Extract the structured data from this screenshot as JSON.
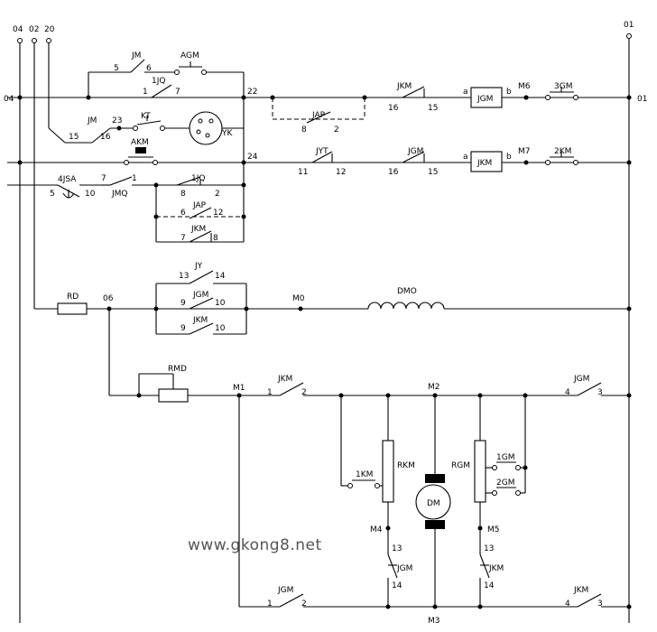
{
  "watermark": "www.gkong8.net",
  "wire_labels": {
    "w04": "04",
    "w02": "02",
    "w20": "20",
    "w01_top": "01",
    "w04_left": "04",
    "w01_right": "01",
    "n22": "22",
    "n23": "23",
    "n24": "24",
    "m6": "M6",
    "m7": "M7",
    "n06": "06",
    "m0": "M0",
    "m1": "M1",
    "m2": "M2",
    "m3": "M3",
    "m4": "M4",
    "m5": "M5"
  },
  "components": {
    "jm_top": "JM",
    "agm": "AGM",
    "ijq_top": "1JQ",
    "jm_mid": "JM",
    "kt": "KT",
    "yk": "YK",
    "akm": "AKM",
    "jap_box": "JAP",
    "jkm_r1": "JKM",
    "jgm_box1": "JGM",
    "gm3": "3GM",
    "jyt": "JYT",
    "jgm_r2": "JGM",
    "jkm_box2": "JKM",
    "km2": "2KM",
    "jsa4": "4JSA",
    "jmq": "JMQ",
    "ijq_c": "1JQ",
    "jap_c": "JAP",
    "jkm_c": "JKM",
    "jy": "JY",
    "jgm_b": "JGM",
    "jkm_b": "JKM",
    "rd": "RD",
    "dmo": "DMO",
    "rmd": "RMD",
    "jkm_m1": "JKM",
    "jgm_m1": "JGM",
    "rkm": "RKM",
    "km1": "1KM",
    "dm": "DM",
    "rgm": "RGM",
    "gm1": "1GM",
    "gm2": "2GM",
    "jgm_v": "JGM",
    "jkm_v": "JKM",
    "jgm_bot": "JGM",
    "jkm_bot": "JKM",
    "port_a1": "a",
    "port_b1": "b",
    "port_a2": "a",
    "port_b2": "b"
  },
  "terminals": {
    "t5": "5",
    "t6": "6",
    "t1a": "1",
    "t7a": "7",
    "t15a": "15",
    "t16a": "16",
    "t8a": "8",
    "t2a": "2",
    "t16b": "16",
    "t15b": "15",
    "t11": "11",
    "t12": "12",
    "t16c": "16",
    "t15c": "15",
    "t5b": "5",
    "t10": "10",
    "t7b": "7",
    "t1b": "1",
    "t8b": "8",
    "t2b": "2",
    "t6b": "6",
    "t12b": "12",
    "t7c": "7",
    "t8c": "8",
    "t13": "13",
    "t14": "14",
    "t9a": "9",
    "t10a": "10",
    "t9b": "9",
    "t10b": "10",
    "t1m": "1",
    "t2m": "2",
    "t4m": "4",
    "t3m": "3",
    "t13a": "13",
    "t14a": "14",
    "t13b": "13",
    "t14b": "14",
    "t1n": "1",
    "t2n": "2",
    "t4n": "4",
    "t3n": "3"
  }
}
